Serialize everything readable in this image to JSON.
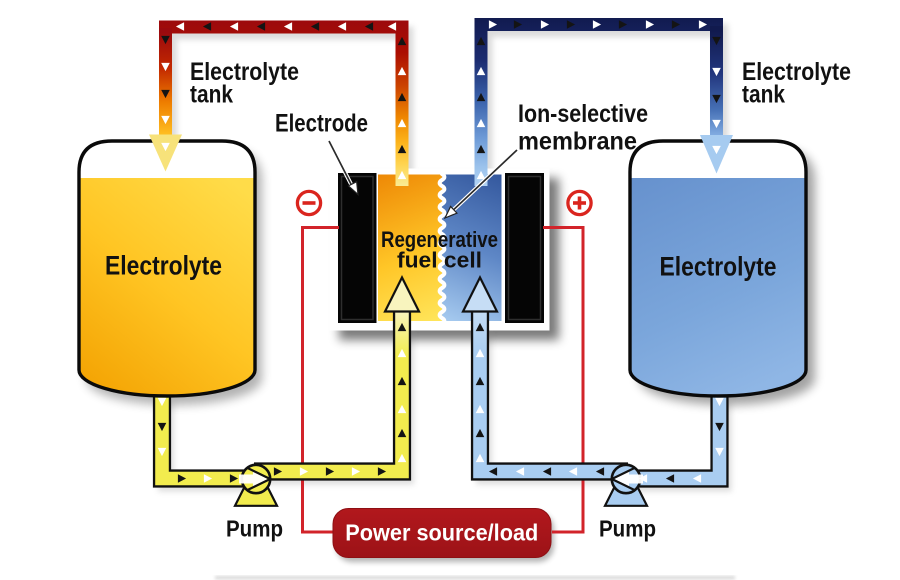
{
  "figure": {
    "type": "diagram",
    "subject": "Regenerative fuel cell / redox flow battery schematic"
  },
  "labels": {
    "left_tank": {
      "line1": "Electrolyte",
      "line2": "tank"
    },
    "right_tank": {
      "line1": "Electrolyte",
      "line2": "tank"
    },
    "electrode": "Electrode",
    "membrane": {
      "line1": "Ion-selective",
      "line2": "membrane"
    },
    "cell": {
      "line1": "Regenerative",
      "line2": "fuel cell"
    },
    "left_tank_content": "Electrolyte",
    "right_tank_content": "Electrolyte",
    "pump_left": "Pump",
    "pump_right": "Pump",
    "power_box": "Power source/load",
    "negative_terminal_sign": "−",
    "positive_terminal_sign": "+"
  },
  "colors": {
    "background": "#FFFFFF",
    "hot_pipe_dark_red": "#9B0A0E",
    "hot_pipe_yellow_end": "#F8F0A0",
    "cold_pipe_navy": "#111A4E",
    "cold_pipe_light_blue_end": "#AFD2F3",
    "bottom_pipe_yellow": "#F2EC4E",
    "bottom_pipe_blue": "#A9CDF1",
    "tank_yellow_dark": "#F2A000",
    "tank_yellow_light": "#FFE45C",
    "tank_blue_dark": "#6A96D1",
    "tank_blue_light": "#8BB3E3",
    "cell_orange_top": "#EE8906",
    "cell_orange_bottom": "#FFE65C",
    "cell_blue_top": "#33579D",
    "cell_blue_bottom": "#A9CDF1",
    "electrode_black": "#060606",
    "membrane_white": "#FFFFFF",
    "wire_red": "#D2232A",
    "terminal_red": "#DA251E",
    "power_box_red": "#A6161B",
    "text_black": "#111111",
    "text_white": "#FFFFFF"
  }
}
